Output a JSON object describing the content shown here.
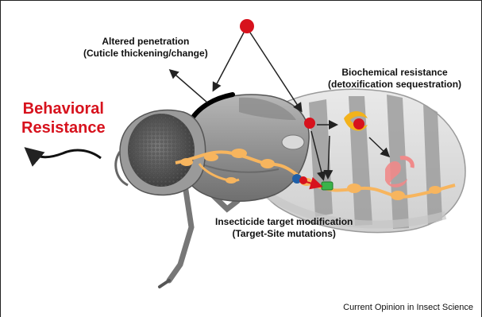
{
  "labels": {
    "penetration": {
      "line1": "Altered penetration",
      "line2": "(Cuticle thickening/change)"
    },
    "biochemical": {
      "line1": "Biochemical resistance",
      "line2": "(detoxification sequestration)"
    },
    "behavioral": {
      "line1": "Behavioral",
      "line2": "Resistance"
    },
    "target": {
      "line1": "Insecticide target modification",
      "line2": "(Target-Site mutations)"
    }
  },
  "source": "Current Opinion in Insect Science",
  "colors": {
    "insecticide": "#d7121d",
    "behavioral_text": "#d7121d",
    "nerve": "#f7b55e",
    "enzyme": "#f3b21b",
    "target_site": "#3bb34a",
    "receptor": "#1f5fa8",
    "sequestered": "#f08a8a"
  }
}
